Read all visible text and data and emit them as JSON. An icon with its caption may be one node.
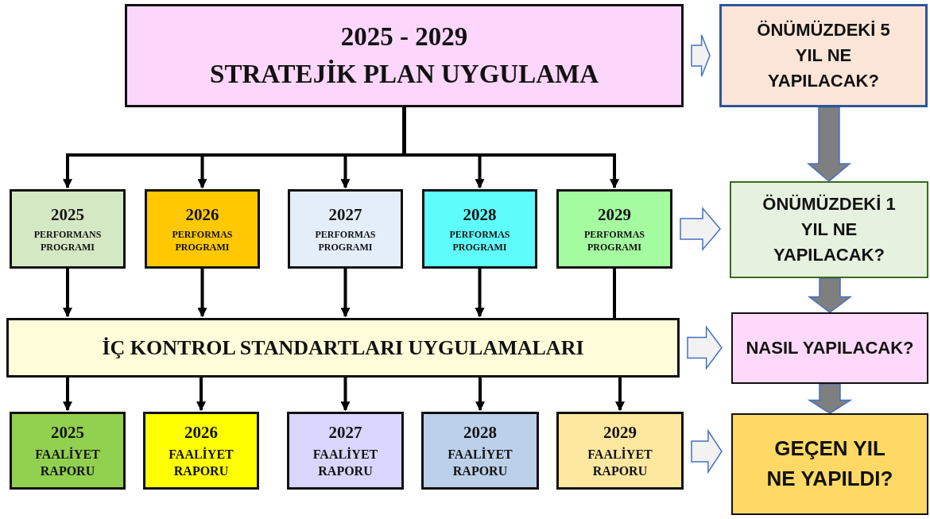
{
  "diagram": {
    "nodes": [
      {
        "text": [
          "2025 - 2029",
          "STRATEJİK PLAN UYGULAMA"
        ]
      },
      {
        "text": [
          "ÖNÜMÜZDEKİ 5 YIL NE YAPILACAK?"
        ]
      },
      {
        "text": [
          "2025",
          "PERFORMANS PROGRAMI"
        ]
      },
      {
        "text": [
          "2026",
          "PERFORMAS PROGRAMI"
        ]
      },
      {
        "text": [
          "2027",
          "PERFORMAS PROGRAMI"
        ]
      },
      {
        "text": [
          "2028",
          "PERFORMAS PROGRAMI"
        ]
      },
      {
        "text": [
          "2029",
          "PERFORMAS PROGRAMI"
        ]
      },
      {
        "text": [
          "ÖNÜMÜZDEKİ 1 YIL NE YAPILACAK?"
        ]
      },
      {
        "text": [
          "İÇ KONTROL STANDARTLARI UYGULAMALARI"
        ]
      },
      {
        "text": [
          "NASIL YAPILACAK?"
        ]
      },
      {
        "text": [
          "2025",
          "FAALİYET RAPORU"
        ]
      },
      {
        "text": [
          "2026",
          "FAALİYET RAPORU"
        ]
      },
      {
        "text": [
          "2027",
          "FAALİYET RAPORU"
        ]
      },
      {
        "text": [
          "2028",
          "FAALİYET RAPORU"
        ]
      },
      {
        "text": [
          "2029",
          "FAALİYET RAPORU"
        ]
      },
      {
        "text": [
          "GEÇEN YIL NE YAPILDI?"
        ]
      }
    ],
    "edges": [
      {
        "from": 0,
        "to": 2,
        "arrow": "to"
      },
      {
        "from": 0,
        "to": 3,
        "arrow": "to"
      },
      {
        "from": 0,
        "to": 4,
        "arrow": "to"
      },
      {
        "from": 0,
        "to": 5,
        "arrow": "to"
      },
      {
        "from": 0,
        "to": 6,
        "arrow": "to"
      },
      {
        "from": 2,
        "to": 8,
        "arrow": "to"
      },
      {
        "from": 3,
        "to": 8,
        "arrow": "to"
      },
      {
        "from": 4,
        "to": 8,
        "arrow": "to"
      },
      {
        "from": 5,
        "to": 8,
        "arrow": "to"
      },
      {
        "from": 6,
        "to": 8,
        "arrow": "none"
      },
      {
        "from": 8,
        "to": 10,
        "arrow": "to"
      },
      {
        "from": 8,
        "to": 11,
        "arrow": "to"
      },
      {
        "from": 8,
        "to": 12,
        "arrow": "to"
      },
      {
        "from": 8,
        "to": 13,
        "arrow": "to"
      },
      {
        "from": 8,
        "to": 14,
        "arrow": "to"
      },
      {
        "from": 0,
        "to": 1,
        "arrow": "to",
        "style": "thick",
        "color": "#f2f2f2"
      },
      {
        "from": 6,
        "to": 7,
        "arrow": "to",
        "style": "thick",
        "color": "#f2f2f2"
      },
      {
        "from": 8,
        "to": 9,
        "arrow": "to",
        "style": "thick",
        "color": "#f2f2f2"
      },
      {
        "from": 14,
        "to": 15,
        "arrow": "to",
        "style": "thick",
        "color": "#f2f2f2"
      },
      {
        "from": 1,
        "to": 7,
        "arrow": "to",
        "style": "thick",
        "color": "#7f7f7f"
      },
      {
        "from": 7,
        "to": 9,
        "arrow": "to",
        "style": "thick",
        "color": "#7f7f7f"
      },
      {
        "from": 9,
        "to": 15,
        "arrow": "to",
        "style": "thick",
        "color": "#7f7f7f"
      }
    ]
  }
}
